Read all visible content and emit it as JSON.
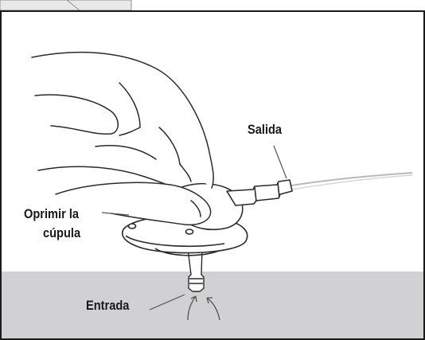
{
  "labels": {
    "outlet": "Salida",
    "dome_line1": "Oprimir la",
    "dome_line2": "cúpula",
    "inlet": "Entrada"
  },
  "colors": {
    "frame": "#1a1a1a",
    "floor": "#d1d1d3",
    "tab": "#e9e9ea",
    "line": "#2a2a2a",
    "tube": "#b9b9b9"
  }
}
